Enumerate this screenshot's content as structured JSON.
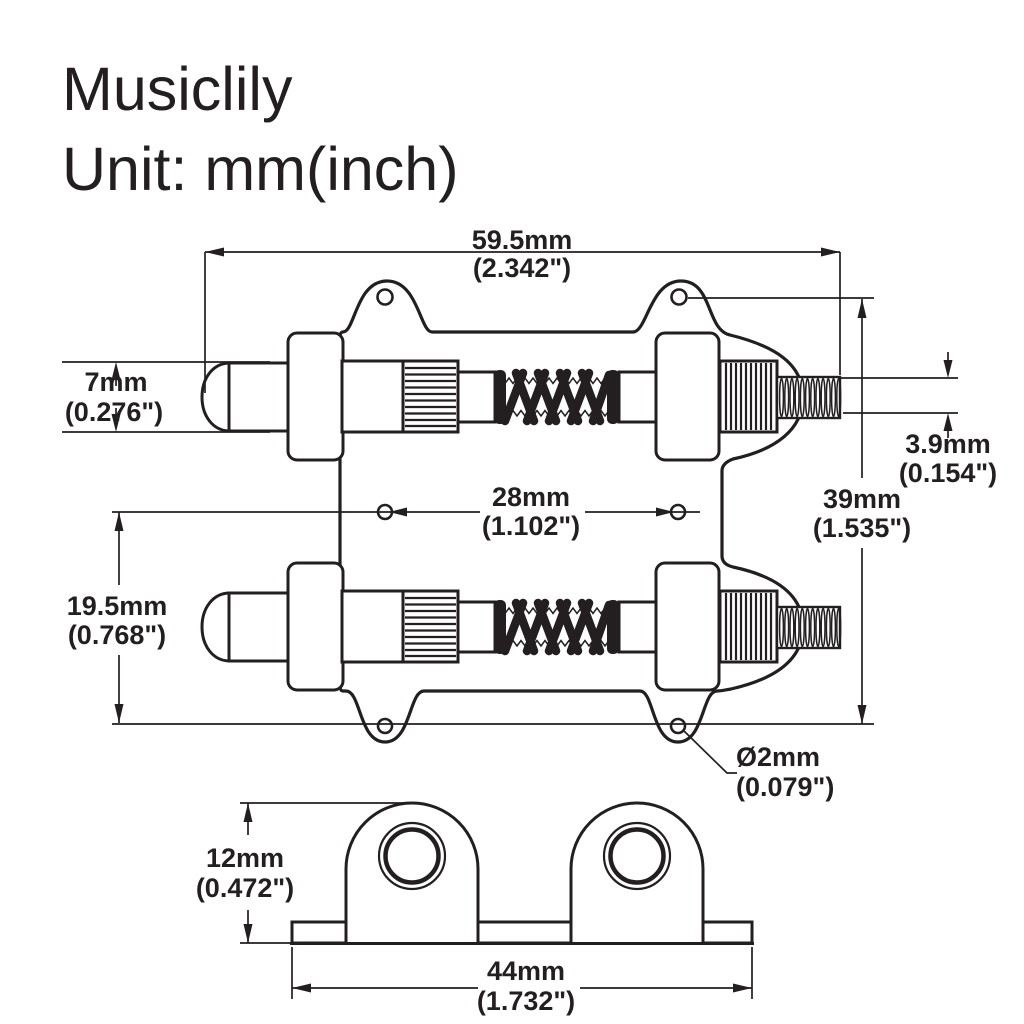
{
  "title": {
    "line1": "Musiclily",
    "line2": "Unit: mm(inch)"
  },
  "dims": {
    "width_top": {
      "mm": "59.5mm",
      "inch": "(2.342\")"
    },
    "cap_diameter": {
      "mm": "7mm",
      "inch": "(0.276\")"
    },
    "rod_diameter": {
      "mm": "3.9mm",
      "inch": "(0.154\")"
    },
    "hole_span_outer": {
      "mm": "39mm",
      "inch": "(1.535\")"
    },
    "hole_span_mid": {
      "mm": "28mm",
      "inch": "(1.102\")"
    },
    "row_spacing": {
      "mm": "19.5mm",
      "inch": "(0.768\")"
    },
    "screw_hole": {
      "mm": "Ø2mm",
      "inch": "(0.079\")"
    },
    "base_height": {
      "mm": "12mm",
      "inch": "(0.472\")"
    },
    "base_width": {
      "mm": "44mm",
      "inch": "(1.732\")"
    }
  },
  "colors": {
    "ink": "#231f20",
    "background": "#ffffff"
  }
}
